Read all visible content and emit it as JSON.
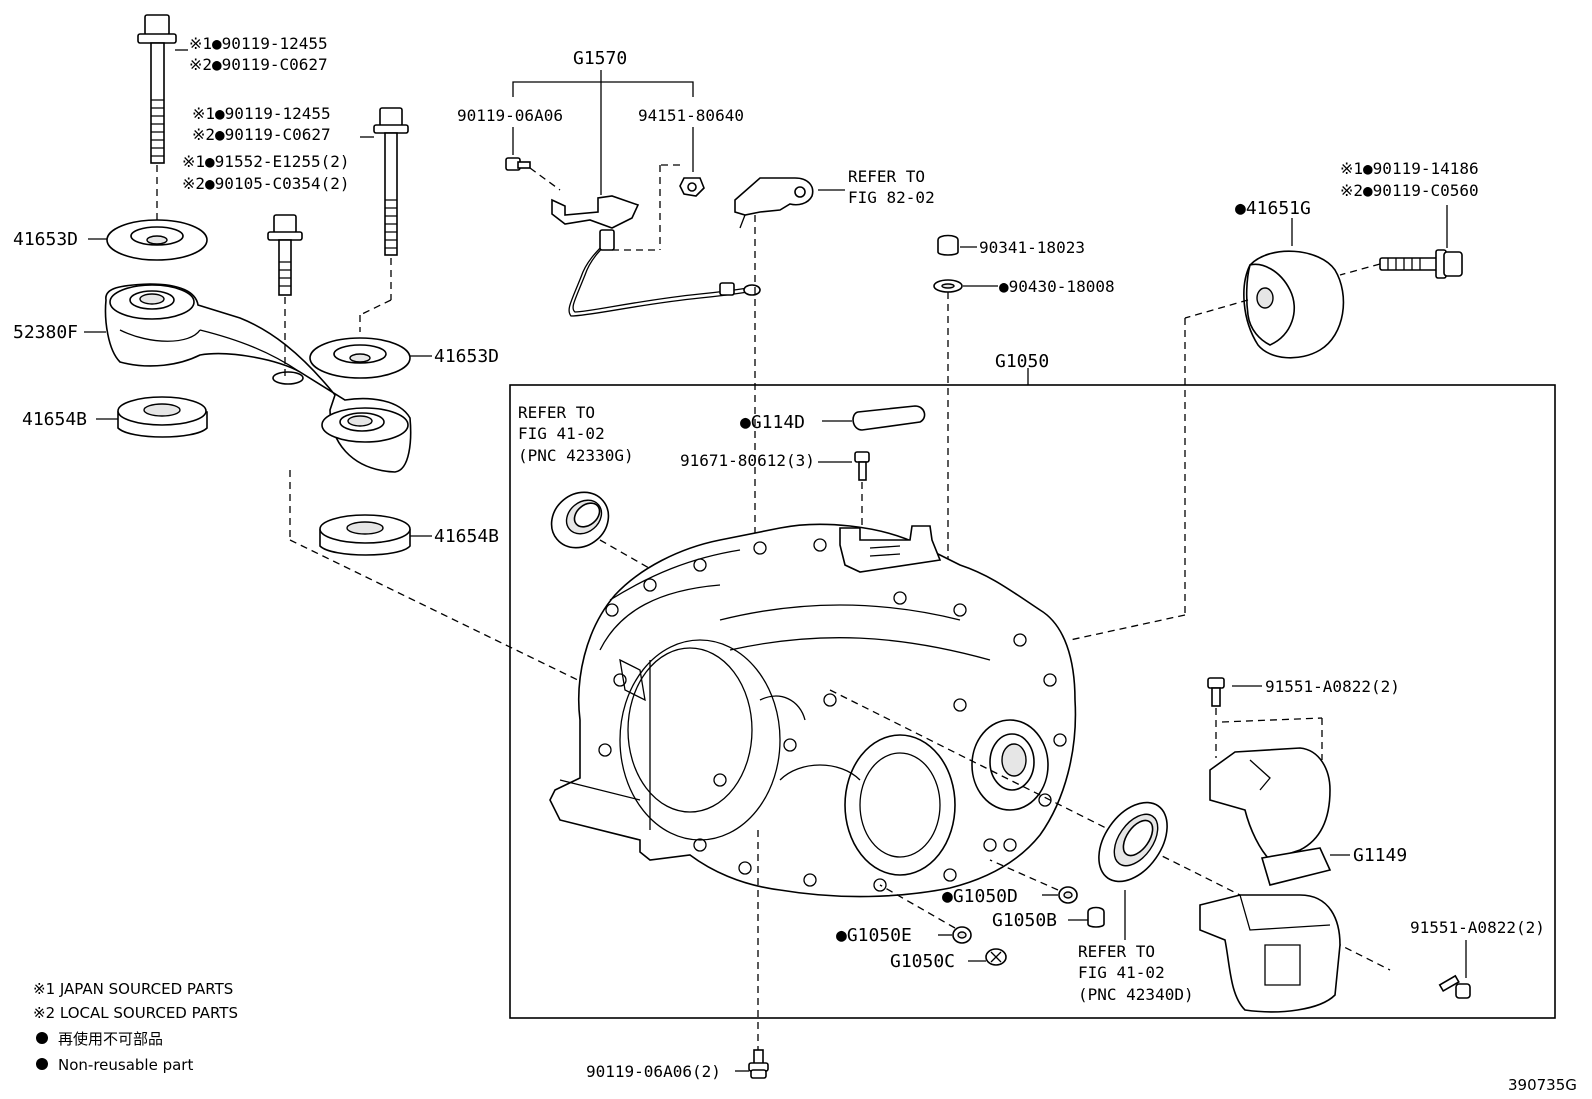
{
  "figure_id": "390735G",
  "callouts": {
    "bolt_top_left_a": "※1●90119-12455",
    "bolt_top_left_b": "※2●90119-C0627",
    "bolt_mid_a": "※1●90119-12455",
    "bolt_mid_b": "※2●90119-C0627",
    "bolt_short_a": "※1●91552-E1255(2)",
    "bolt_short_b": "※2●90105-C0354(2)",
    "washer_41653d_left": "41653D",
    "washer_41653d_right": "41653D",
    "bracket_52380f": "52380F",
    "bushing_41654b_left": "41654B",
    "bushing_41654b_right": "41654B",
    "wire_group": "G1570",
    "wire_bolt_left": "90119-06A06",
    "wire_nut_right": "94151-80640",
    "refer_82_line1": "REFER TO",
    "refer_82_line2": "FIG 82-02",
    "plug": "90341-18023",
    "gasket": "●90430-18008",
    "mount_41651g": "●41651G",
    "mount_bolt_a": "※1●90119-14186",
    "mount_bolt_b": "※2●90119-C0560",
    "case_group": "G1050",
    "refer_4102_top_line1": "REFER TO",
    "refer_4102_top_line2": "FIG 41-02",
    "refer_4102_top_line3": "(PNC 42330G)",
    "strainer": "●G114D",
    "strainer_bolt": "91671-80612(3)",
    "cover_bolt_top": "91551-A0822(2)",
    "cover_g1149": "G1149",
    "cover_bolt_bottom": "91551-A0822(2)",
    "plug_g1050d": "●G1050D",
    "plug_g1050b": "G1050B",
    "plug_g1050e": "●G1050E",
    "plug_g1050c": "G1050C",
    "refer_4102_bot_line1": "REFER TO",
    "refer_4102_bot_line2": "FIG 41-02",
    "refer_4102_bot_line3": "(PNC 42340D)",
    "bottom_bolt": "90119-06A06(2)"
  },
  "legend": {
    "note1": "※1 JAPAN SOURCED PARTS",
    "note2": "※2 LOCAL SOURCED PARTS",
    "note3": "再使用不可部品",
    "note4": "Non-reusable part"
  }
}
